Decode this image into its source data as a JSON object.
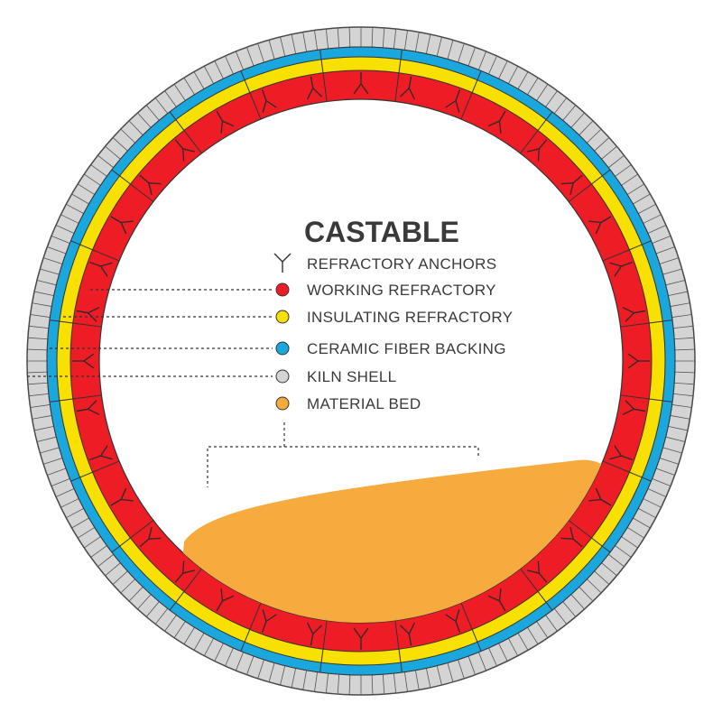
{
  "title": "CASTABLE",
  "colors": {
    "shell": "#d4d4d4",
    "shell_stroke": "#4a4a4a",
    "fiber": "#19a7dd",
    "insulating": "#f8e000",
    "working": "#ee1c25",
    "bed": "#f7ab3e",
    "text": "#3a3a3a"
  },
  "legend": [
    {
      "key": "anchors",
      "label": "REFRACTORY ANCHORS",
      "icon": "y-anchor-icon"
    },
    {
      "key": "working",
      "label": "WORKING REFRACTORY",
      "icon": "red-dot-icon"
    },
    {
      "key": "insulating",
      "label": "INSULATING REFRACTORY",
      "icon": "yellow-dot-icon"
    },
    {
      "key": "fiber",
      "label": "CERAMIC FIBER BACKING",
      "icon": "blue-dot-icon"
    },
    {
      "key": "shell",
      "label": "KILN SHELL",
      "icon": "gray-dot-icon"
    },
    {
      "key": "bed",
      "label": "MATERIAL BED",
      "icon": "orange-dot-icon"
    }
  ]
}
